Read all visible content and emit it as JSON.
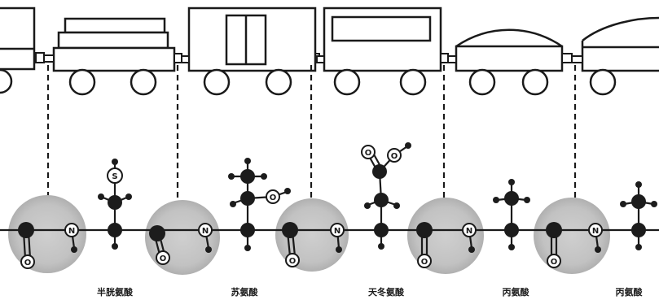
{
  "figure": {
    "residue_labels": [
      "半胱氨酸",
      "苏氨酸",
      "天冬氨酸",
      "丙氨酸",
      "丙氨酸"
    ],
    "atom_labels": {
      "nitrogen": "N",
      "oxygen": "O",
      "sulfur": "S"
    }
  },
  "colors": {
    "ink": "#1a1a1a",
    "paper": "#ffffff",
    "shade": "#c6c6c6",
    "atom_dark": "#1c1c1c"
  }
}
